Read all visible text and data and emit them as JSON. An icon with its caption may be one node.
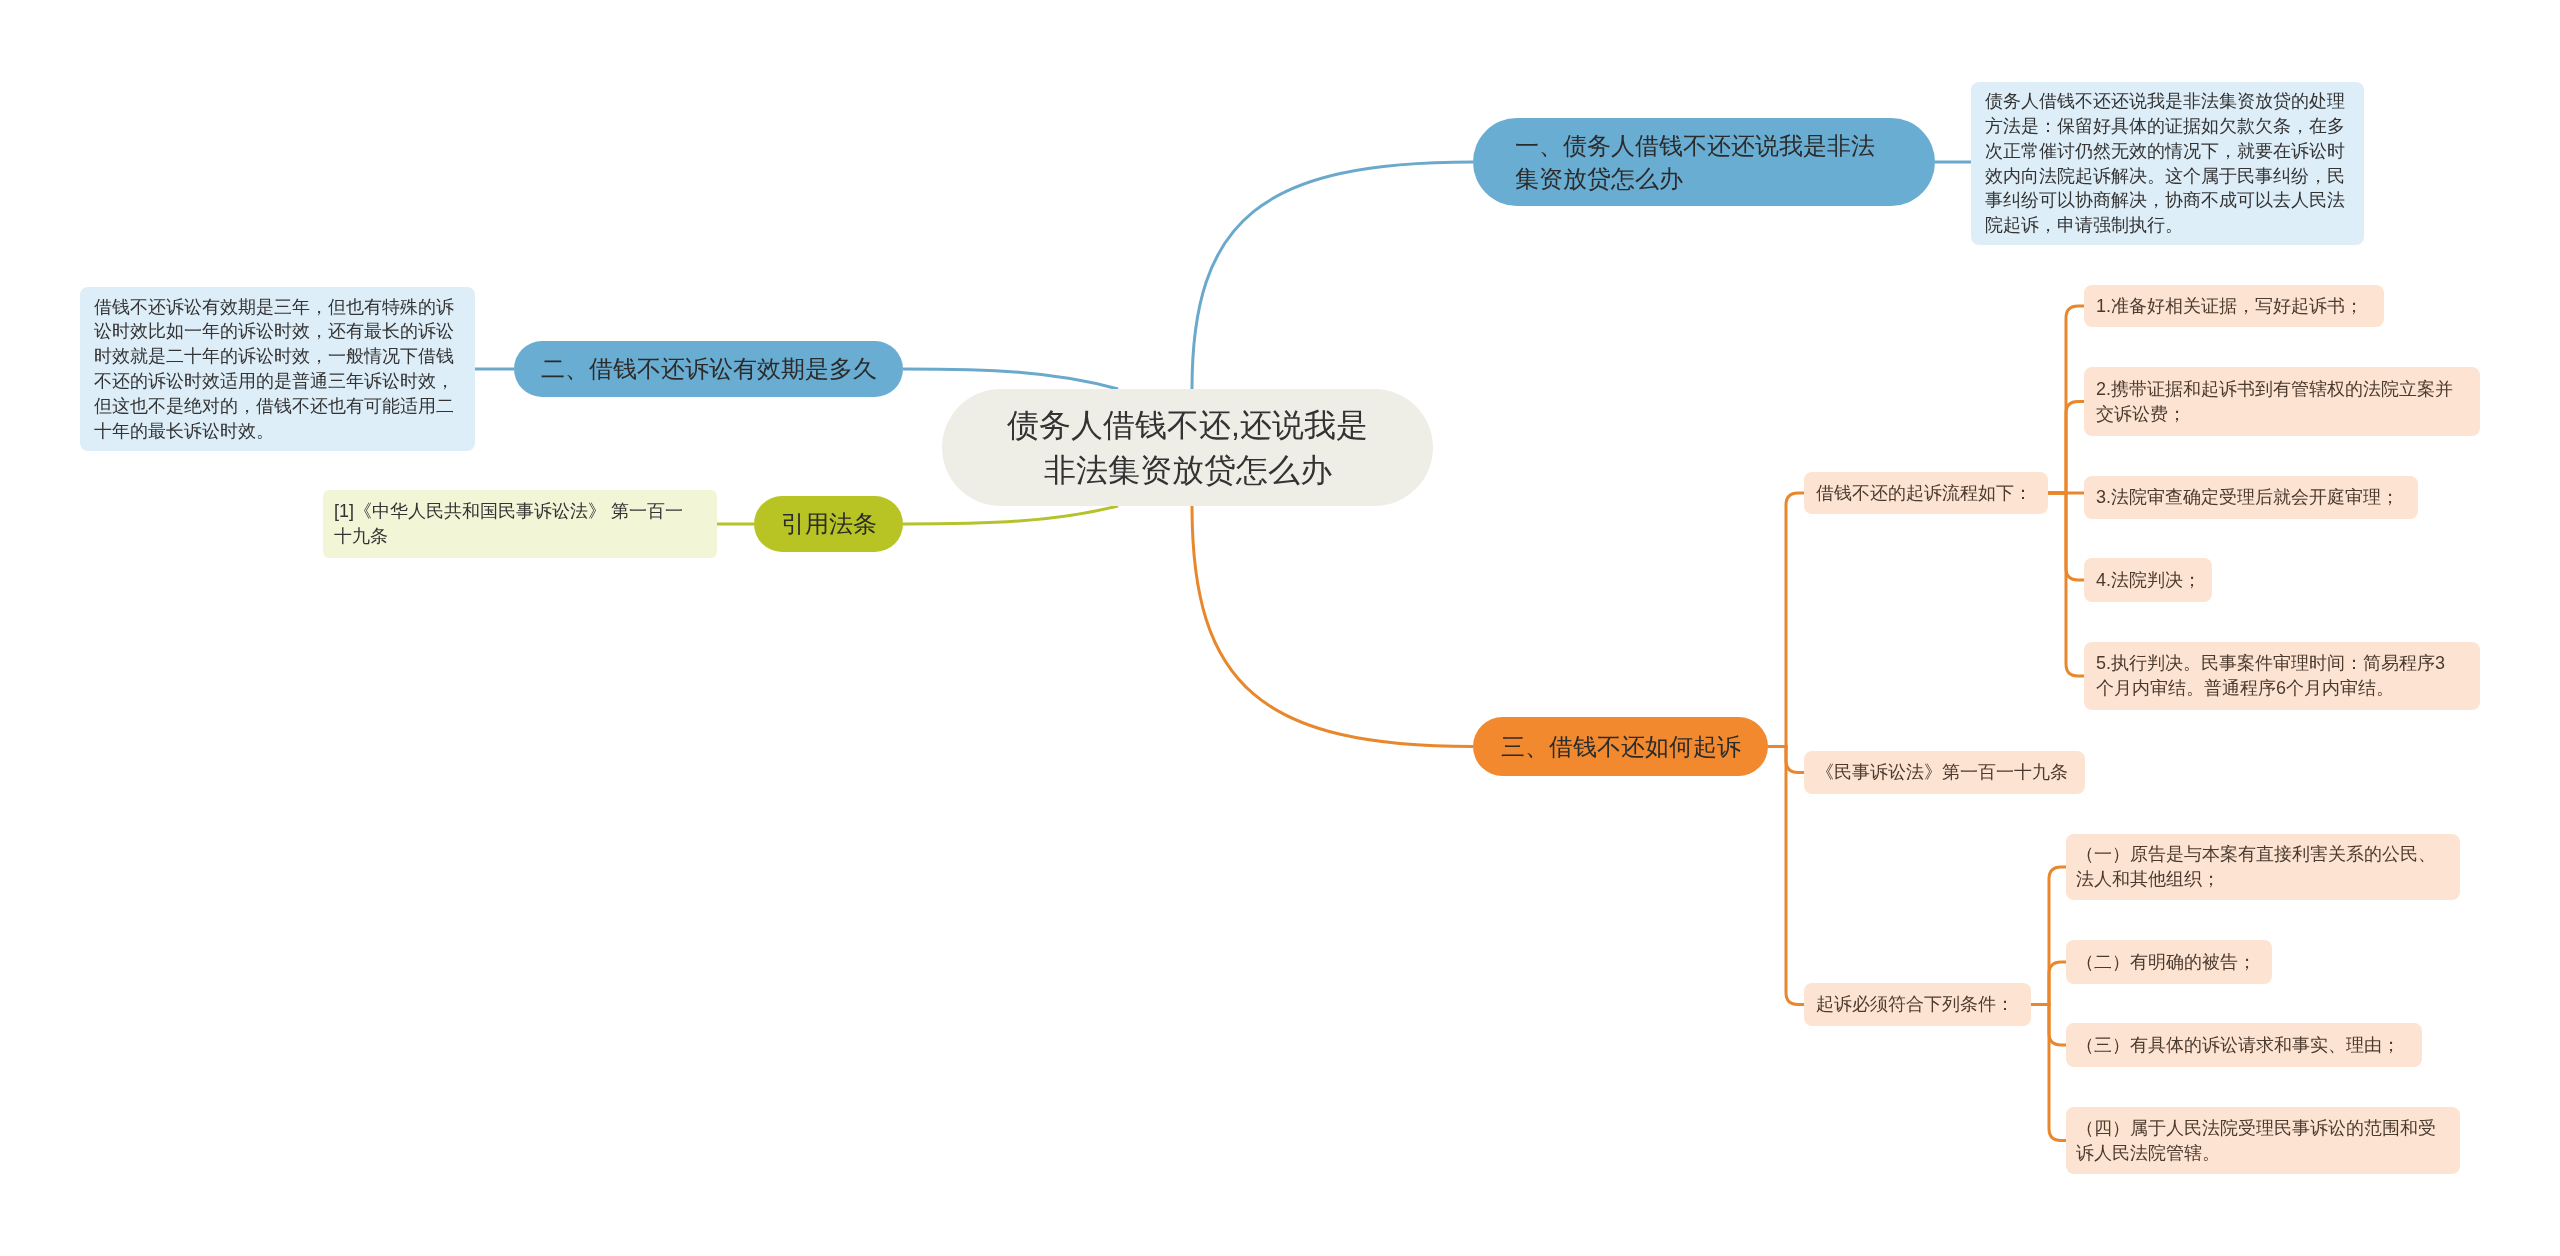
{
  "diagram": {
    "nodes": [
      {
        "text": [
          "债务人借钱不还,还说我是非法集资放贷怎么办"
        ]
      },
      {
        "text": [
          "一、债务人借钱不还还说我是非法集资放贷怎么办"
        ]
      },
      {
        "text": [
          "债务人借钱不还还说我是非法集资放贷的处理方法是：保留好具体的证据如欠款欠条，在多次正常催讨仍然无效的情况下，就要在诉讼时效内向法院起诉解决。这个属于民事纠纷，民事纠纷可以协商解决，协商不成可以去人民法院起诉，申请强制执行。"
        ]
      },
      {
        "text": [
          "二、借钱不还诉讼有效期是多久"
        ]
      },
      {
        "text": [
          "借钱不还诉讼有效期是三年，但也有特殊的诉讼时效比如一年的诉讼时效，还有最长的诉讼时效就是二十年的诉讼时效，一般情况下借钱不还的诉讼时效适用的是普通三年诉讼时效，但这也不是绝对的，借钱不还也有可能适用二十年的最长诉讼时效。"
        ]
      },
      {
        "text": [
          "引用法条"
        ]
      },
      {
        "text": [
          "[1]《中华人民共和国民事诉讼法》 第一百一十九条"
        ]
      },
      {
        "text": [
          "三、借钱不还如何起诉"
        ]
      },
      {
        "text": [
          "借钱不还的起诉流程如下："
        ]
      },
      {
        "text": [
          "1.准备好相关证据，写好起诉书；"
        ]
      },
      {
        "text": [
          "2.携带证据和起诉书到有管辖权的法院立案并交诉讼费；"
        ]
      },
      {
        "text": [
          "3.法院审查确定受理后就会开庭审理；"
        ]
      },
      {
        "text": [
          "4.法院判决；"
        ]
      },
      {
        "text": [
          "5.执行判决。民事案件审理时间：简易程序3个月内审结。普通程序6个月内审结。"
        ]
      },
      {
        "text": [
          "《民事诉讼法》第一百一十九条"
        ]
      },
      {
        "text": [
          "起诉必须符合下列条件："
        ]
      },
      {
        "text": [
          "（一）原告是与本案有直接利害关系的公民、法人和其他组织；"
        ]
      },
      {
        "text": [
          "（二）有明确的被告；"
        ]
      },
      {
        "text": [
          "（三）有具体的诉讼请求和事实、理由；"
        ]
      },
      {
        "text": [
          "（四）属于人民法院受理民事诉讼的范围和受诉人民法院管辖。"
        ]
      }
    ],
    "edges": [
      {
        "from": 0,
        "to": 1,
        "arrow": "none",
        "color": "#6aa9cc"
      },
      {
        "from": 1,
        "to": 2,
        "arrow": "none",
        "color": "#6aa9cc"
      },
      {
        "from": 0,
        "to": 3,
        "arrow": "none",
        "color": "#6aa9cc"
      },
      {
        "from": 3,
        "to": 4,
        "arrow": "none",
        "color": "#6aa9cc"
      },
      {
        "from": 0,
        "to": 5,
        "arrow": "none",
        "color": "#b5c22a"
      },
      {
        "from": 5,
        "to": 6,
        "arrow": "none",
        "color": "#b5c22a"
      },
      {
        "from": 0,
        "to": 7,
        "arrow": "none"
      },
      {
        "from": 7,
        "to": 8,
        "arrow": "none"
      },
      {
        "from": 8,
        "to": 9,
        "arrow": "none"
      },
      {
        "from": 8,
        "to": 10,
        "arrow": "none"
      },
      {
        "from": 8,
        "to": 11,
        "arrow": "none"
      },
      {
        "from": 8,
        "to": 12,
        "arrow": "none"
      },
      {
        "from": 8,
        "to": 13,
        "arrow": "none"
      },
      {
        "from": 7,
        "to": 14,
        "arrow": "none"
      },
      {
        "from": 7,
        "to": 15,
        "arrow": "none"
      },
      {
        "from": 15,
        "to": 16,
        "arrow": "none"
      },
      {
        "from": 15,
        "to": 17,
        "arrow": "none"
      },
      {
        "from": 15,
        "to": 18,
        "arrow": "none"
      },
      {
        "from": 15,
        "to": 19,
        "arrow": "none"
      }
    ]
  }
}
